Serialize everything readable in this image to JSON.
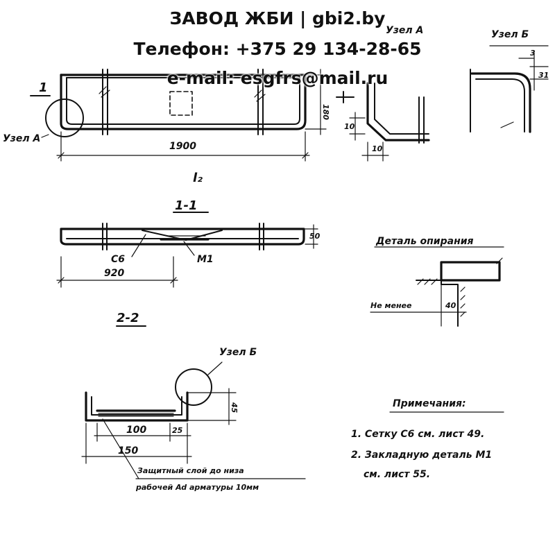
{
  "header": {
    "title": "ЗАВОД ЖБИ | gbi2.by",
    "phone": "Телефон: +375 29 134-28-65",
    "email": "e-mail: esgfrs@mail.ru"
  },
  "drawing": {
    "section_mark": "1",
    "node_a_label": "Узел А",
    "node_b_label": "Узел Б",
    "length_dim": "1900",
    "height_dim": "180",
    "plan_label": "l₂",
    "node_a_dim_h": "10",
    "node_a_dim_w": "10",
    "node_b_dim_3": "3",
    "node_b_dim_31": "31",
    "section_11": "1-1",
    "mesh_label": "С6",
    "embed_label": "М1",
    "dim_920": "920",
    "dim_50": "50",
    "section_22": "2-2",
    "dim_45": "45",
    "dim_100": "100",
    "dim_25": "25",
    "dim_150": "150",
    "support_detail": "Деталь опирания",
    "not_less": "Не менее",
    "dim_40": "40",
    "protective_1": "Защитный слой до низа",
    "protective_2": "рабочей Ad арматуры 10мм"
  },
  "notes": {
    "title": "Примечания:",
    "items": [
      "1. Сетку С6 см. лист 49.",
      "2. Закладную деталь М1",
      "см. лист 55."
    ]
  },
  "colors": {
    "ink": "#111111",
    "paper": "#ffffff"
  }
}
